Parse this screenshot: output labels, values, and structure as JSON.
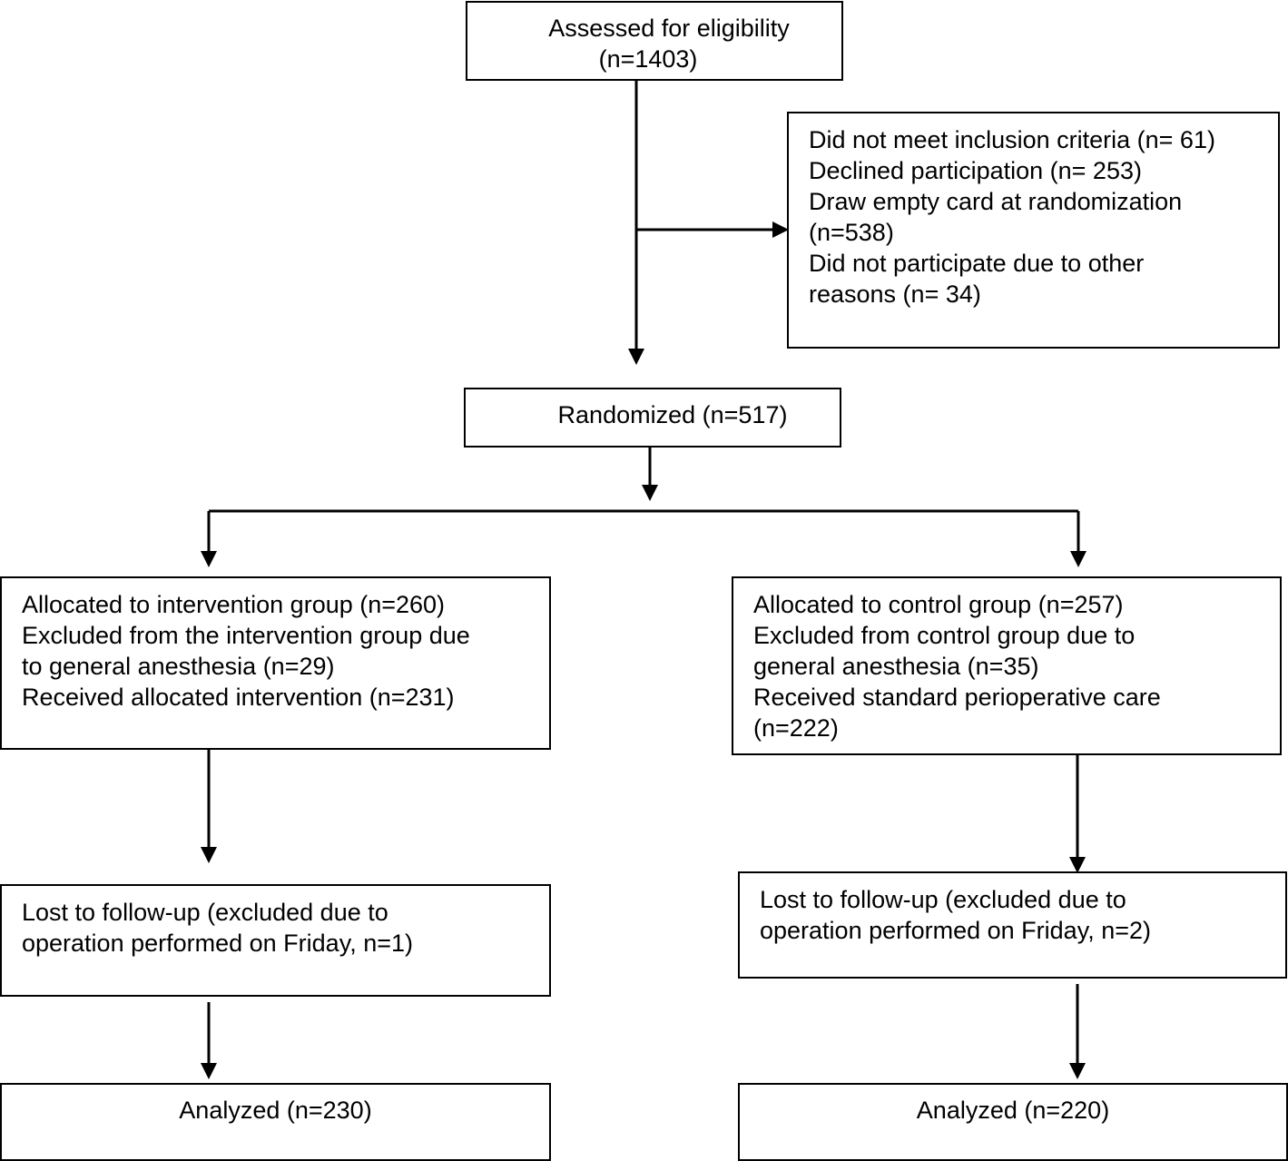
{
  "eligibility": {
    "title": "Assessed for eligibility",
    "count": "(n=1403)"
  },
  "exclusions": {
    "lines": [
      "Did not meet inclusion criteria (n= 61)",
      "Declined participation (n= 253)",
      "Draw empty card at randomization",
      "(n=538)",
      "Did not participate due to other",
      "reasons (n= 34)"
    ]
  },
  "randomized": {
    "label": "Randomized (n=517)"
  },
  "intervention": {
    "allocation": {
      "lines": [
        "Allocated to intervention group (n=260)",
        "Excluded from the intervention group due",
        "to general anesthesia (n=29)",
        "Received allocated intervention (n=231)"
      ]
    },
    "followup": {
      "lines": [
        "Lost to follow-up (excluded due to",
        "operation performed on Friday, n=1)"
      ]
    },
    "analysis": {
      "label": "Analyzed (n=230)"
    }
  },
  "control": {
    "allocation": {
      "lines": [
        "Allocated to control group (n=257)",
        "Excluded from control group due to",
        "general anesthesia (n=35)",
        "Received standard perioperative care",
        "(n=222)"
      ]
    },
    "followup": {
      "lines": [
        "Lost to follow-up (excluded due to",
        "operation performed on Friday, n=2)"
      ]
    },
    "analysis": {
      "label": "Analyzed (n=220)"
    }
  },
  "colors": {
    "stroke": "#000000",
    "background": "#ffffff"
  }
}
